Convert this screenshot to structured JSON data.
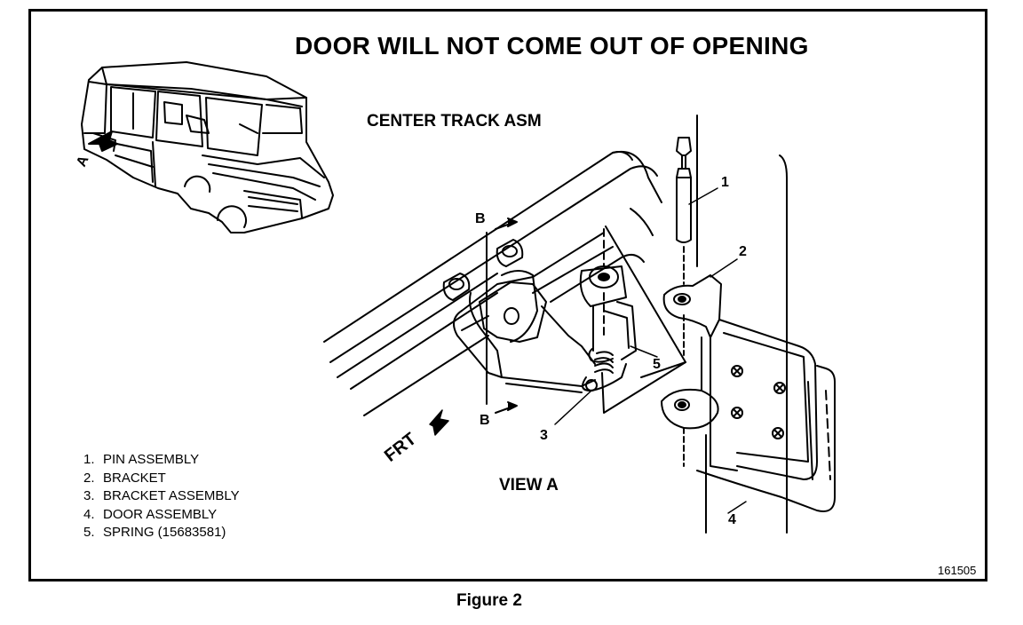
{
  "title": "DOOR WILL NOT COME OUT OF OPENING",
  "labels": {
    "center_track": "CENTER TRACK ASM",
    "view_a": "VIEW A",
    "frt": "FRT",
    "view_a_marker": "A",
    "section_b_top": "B",
    "section_b_bottom": "B"
  },
  "callouts": [
    "1",
    "2",
    "3",
    "4",
    "5"
  ],
  "legend": [
    {
      "num": "1.",
      "text": "PIN ASSEMBLY"
    },
    {
      "num": "2.",
      "text": "BRACKET"
    },
    {
      "num": "3.",
      "text": "BRACKET ASSEMBLY"
    },
    {
      "num": "4.",
      "text": "DOOR ASSEMBLY"
    },
    {
      "num": "5.",
      "text": "SPRING (15683581)"
    }
  ],
  "reference_number": "161505",
  "caption": "Figure 2"
}
